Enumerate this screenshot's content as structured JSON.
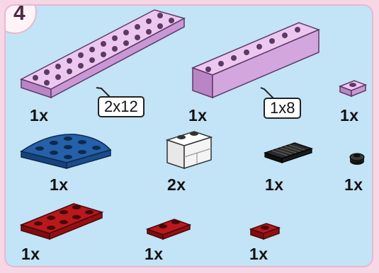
{
  "step": {
    "number": "4"
  },
  "colors": {
    "panel_bg": "#c3e3f6",
    "frame": "#e7b9cf",
    "lavender": "#d8a7e0",
    "blue": "#1d4f8f",
    "white": "#ffffff",
    "black": "#1a1a1a",
    "dark_red": "#a11418"
  },
  "parts": [
    {
      "name": "plate-2x12-lavender",
      "qty": "1x",
      "size_label": "2x12"
    },
    {
      "name": "brick-1x8-lavender",
      "qty": "1x",
      "size_label": "1x8"
    },
    {
      "name": "plate-1x1-lavender",
      "qty": "1x"
    },
    {
      "name": "plate-round-corner-blue",
      "qty": "1x"
    },
    {
      "name": "brick-1x2-masonry-white",
      "qty": "2x"
    },
    {
      "name": "grille-plate-black",
      "qty": "1x"
    },
    {
      "name": "round-plate-1x1-black",
      "qty": "1x"
    },
    {
      "name": "plate-2x4-dark-red",
      "qty": "1x"
    },
    {
      "name": "plate-1x2-dark-red",
      "qty": "1x"
    },
    {
      "name": "plate-1x1-dark-red",
      "qty": "1x"
    }
  ]
}
